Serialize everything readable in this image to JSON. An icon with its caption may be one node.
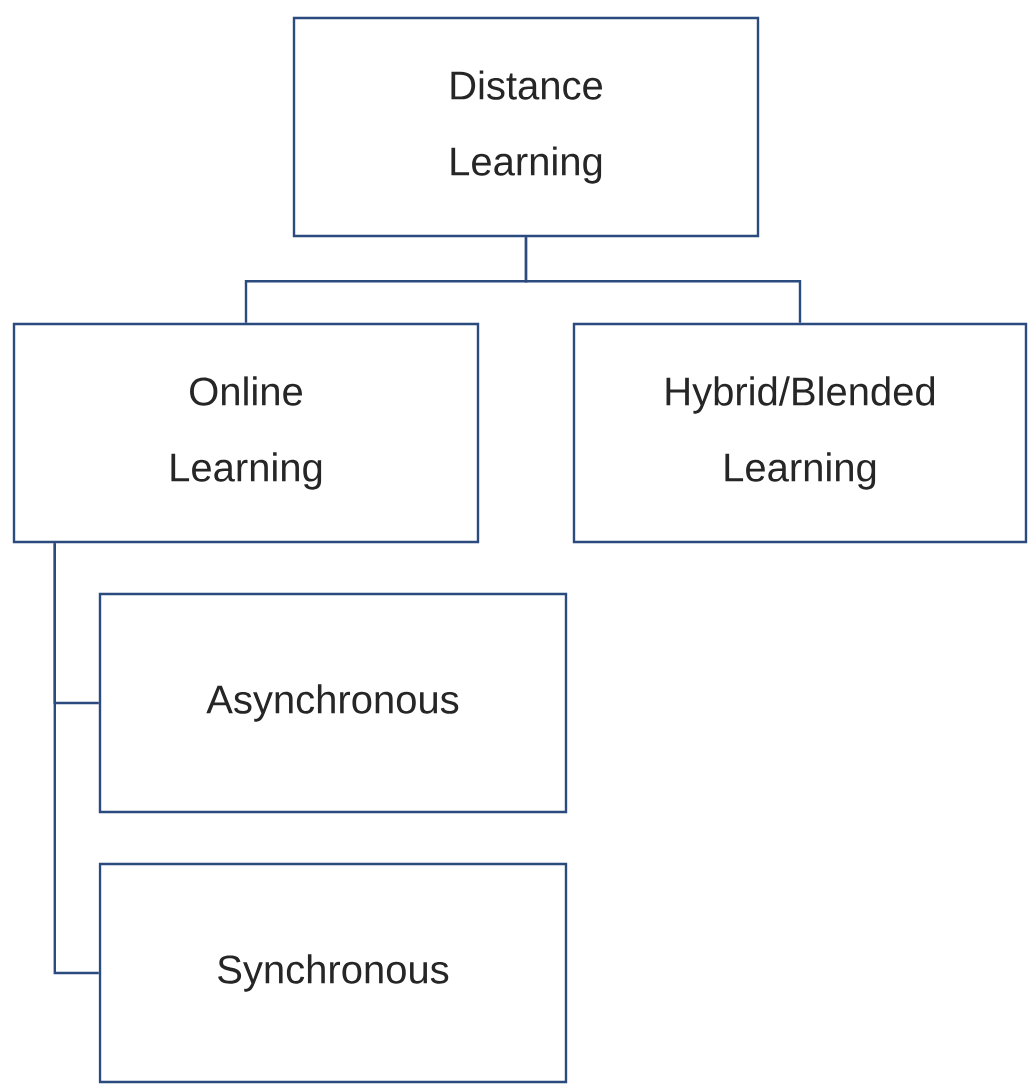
{
  "diagram": {
    "nodes": [
      {
        "text": [
          "Distance Learning"
        ]
      },
      {
        "text": [
          "Online Learning"
        ]
      },
      {
        "text": [
          "Hybrid/Blended Learning"
        ]
      },
      {
        "text": [
          "Asynchronous"
        ]
      },
      {
        "text": [
          "Synchronous"
        ]
      }
    ],
    "edges": [
      {
        "from": 0,
        "to": 1,
        "arrow": "none"
      },
      {
        "from": 0,
        "to": 2,
        "arrow": "none"
      },
      {
        "from": 1,
        "to": 3,
        "arrow": "none"
      },
      {
        "from": 1,
        "to": 4,
        "arrow": "none"
      }
    ]
  }
}
